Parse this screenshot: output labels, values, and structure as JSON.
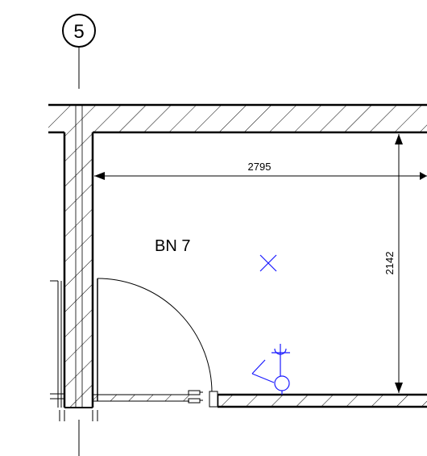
{
  "grid_axis": {
    "label": "5"
  },
  "room": {
    "label": "BN 7"
  },
  "dimensions": {
    "width": "2795",
    "height": "2142"
  },
  "colors": {
    "linework": "#000000",
    "fixtures": "#1a1aff",
    "background": "#ffffff"
  },
  "symbols": {
    "ceiling_fixture": "x-mark-icon",
    "sanitary_fixture": "wall-hung-fixture-icon"
  }
}
